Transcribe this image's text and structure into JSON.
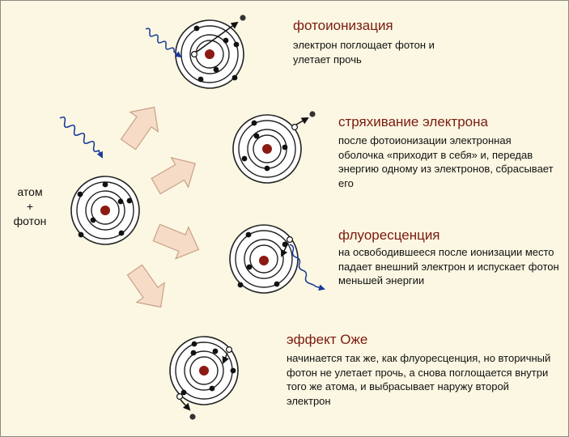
{
  "left_label": {
    "line1": "атом",
    "line2": "+",
    "line3": "фотон"
  },
  "processes": [
    {
      "title": "фотоионизация",
      "description": "электрон поглощает фотон и улетает прочь"
    },
    {
      "title": "стряхивание электрона",
      "description": "после фотоионизации электронная оболочка «приходит в себя» и, передав энергию одному из электронов, сбрасывает его"
    },
    {
      "title": "флуоресценция",
      "description": "на освободившееся после ионизации место падает внешний электрон и испускает фотон меньшей энергии"
    },
    {
      "title": "эффект Оже",
      "description": "начинается так же, как флуоресценция, но вторичный фотон не улетает прочь, а снова поглощается внутри того же атома, и выбрасывает наружу второй электрон"
    }
  ],
  "colors": {
    "background": "#fbf7e2",
    "title": "#7a1a10",
    "nucleus": "#8b1a12",
    "photon": "#1a3a9a",
    "arrow_fill": "#f6dcc6",
    "arrow_stroke": "#c9a088",
    "orbit": "#222222",
    "electron": "#111111"
  },
  "icons": {
    "photon": "wavy-arrow-icon",
    "electron": "dot-icon",
    "vacancy": "hollow-circle-icon",
    "flow": "block-arrow-icon"
  }
}
